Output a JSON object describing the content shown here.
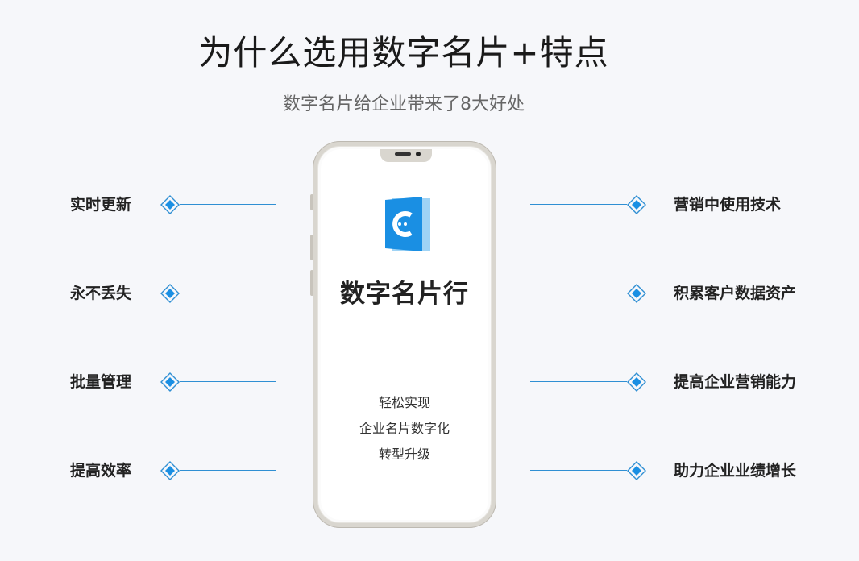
{
  "header": {
    "title": "为什么选用数字名片+特点",
    "subtitle": "数字名片给企业带来了8大好处"
  },
  "features_left": [
    {
      "label": "实时更新"
    },
    {
      "label": "永不丢失"
    },
    {
      "label": "批量管理"
    },
    {
      "label": "提高效率"
    }
  ],
  "features_right": [
    {
      "label": "营销中使用技术"
    },
    {
      "label": "积累客户数据资产"
    },
    {
      "label": "提高企业营销能力"
    },
    {
      "label": "助力企业业绩增长"
    }
  ],
  "phone": {
    "app_logo_icon": "chat-card-logo-icon",
    "app_name": "数字名片行",
    "taglines": [
      "轻松实现",
      "企业名片数字化",
      "转型升级"
    ]
  },
  "colors": {
    "accent": "#2f8fd3",
    "logo_blue": "#1a8fe3",
    "logo_light": "#9fd3f5",
    "background": "#f6f7fa"
  }
}
